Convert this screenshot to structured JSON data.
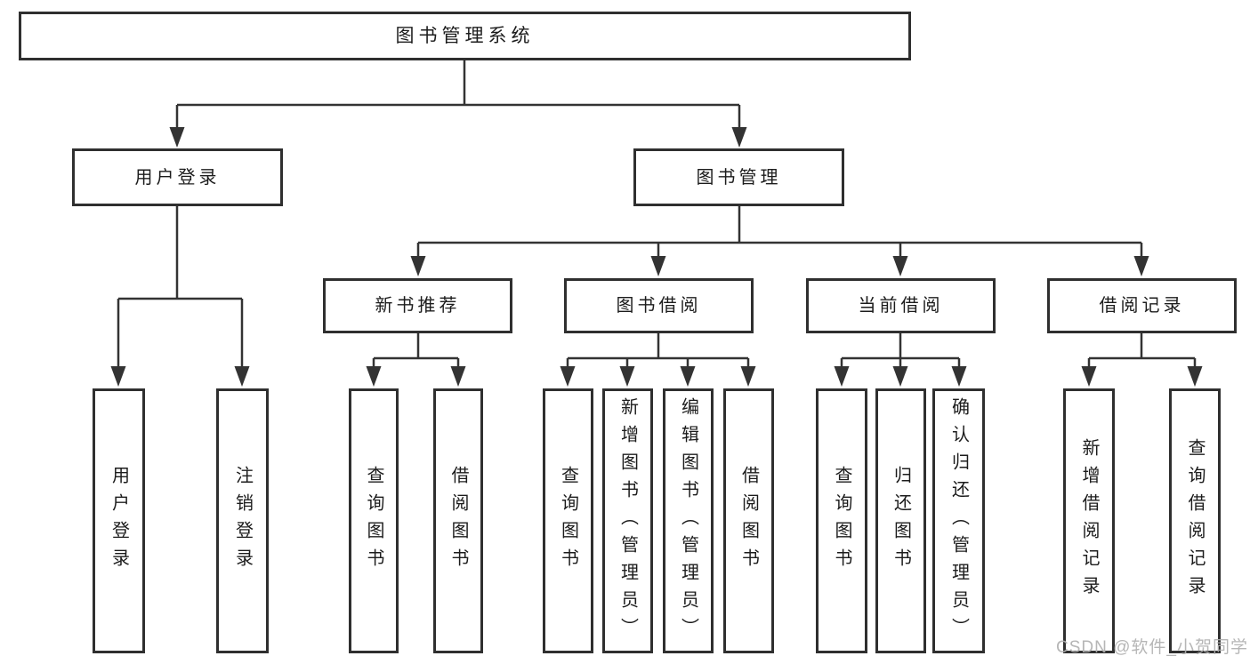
{
  "diagram": {
    "type": "tree",
    "root": {
      "label": "图书管理系统",
      "children": [
        {
          "label": "用户登录",
          "children": [
            {
              "label": "用户登录"
            },
            {
              "label": "注销登录"
            }
          ]
        },
        {
          "label": "图书管理",
          "children": [
            {
              "label": "新书推荐",
              "children": [
                {
                  "label": "查询图书"
                },
                {
                  "label": "借阅图书"
                }
              ]
            },
            {
              "label": "图书借阅",
              "children": [
                {
                  "label": "查询图书"
                },
                {
                  "label": "新增图书（管理员）"
                },
                {
                  "label": "编辑图书（管理员）"
                },
                {
                  "label": "借阅图书"
                }
              ]
            },
            {
              "label": "当前借阅",
              "children": [
                {
                  "label": "查询图书"
                },
                {
                  "label": "归还图书"
                },
                {
                  "label": "确认归还（管理员）"
                }
              ]
            },
            {
              "label": "借阅记录",
              "children": [
                {
                  "label": "新增借阅记录"
                },
                {
                  "label": "查询借阅记录"
                }
              ]
            }
          ]
        }
      ]
    }
  },
  "watermark": {
    "text": "CSDN @软件_小贺同学"
  },
  "colors": {
    "line": "#333333",
    "border": "#2f2f2f",
    "text": "#1c1c1c",
    "watermark": "#b0b0b0",
    "background": "#ffffff"
  }
}
